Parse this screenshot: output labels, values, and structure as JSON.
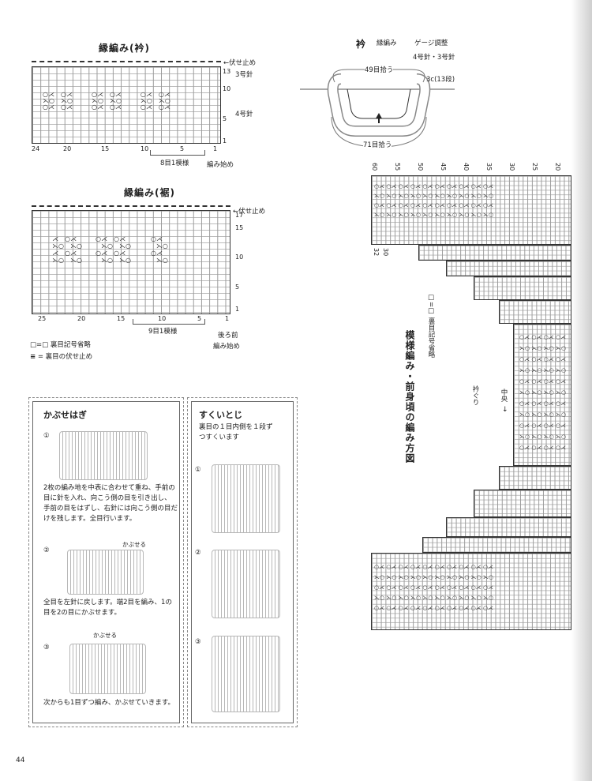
{
  "collar_chart": {
    "title": "縁編み(衿)",
    "bind_off": "←伏せ止め",
    "needle_top": "3号針",
    "needle_mid": "4号針",
    "rows": [
      "13",
      "10",
      "5",
      "1"
    ],
    "cols": [
      "24",
      "20",
      "15",
      "10",
      "5",
      "1"
    ],
    "repeat": "8目1模様",
    "start": "編み始め"
  },
  "hem_chart": {
    "title": "縁編み(裾)",
    "bind_off": "←伏せ止め",
    "rows": [
      "17",
      "15",
      "10",
      "5",
      "1"
    ],
    "cols": [
      "25",
      "20",
      "15",
      "10",
      "5",
      "1"
    ],
    "repeat": "9目1模様",
    "start_line1": "後ろ前",
    "start_line2": "編み始め"
  },
  "legend": {
    "item1": "□=□ 裏目記号省略",
    "item2": "= 裏目の伏せ止め"
  },
  "neck_diagram": {
    "title": "衿",
    "subtitle": "縁編み",
    "gauge": "ゲージ調整",
    "needles": "4号針・3号針",
    "pick_top": "49目拾う",
    "side": "3c(13段)",
    "pick_bottom": "71目拾う"
  },
  "front_chart": {
    "title": "模様編み・前身頃の編み方図",
    "legend": "□=□ 裏目記号省略",
    "center": "中央",
    "neckline": "衿ぐり",
    "col_nums": [
      "60",
      "55",
      "50",
      "45",
      "40",
      "35",
      "30",
      "25",
      "20"
    ],
    "side_nums": [
      "32",
      "30"
    ]
  },
  "kabuse": {
    "title": "かぶせはぎ",
    "step1": "2枚の編み地を中表に合わせて重ね、手前の目に針を入れ、向こう側の目を引き出し、手前の目をはずし、右針には向こう側の目だけを残します。全目行います。",
    "step2_label": "かぶせる",
    "step2": "全目を左針に戻します。端2目を編み、1の目を2の目にかぶせます。",
    "step3_label": "かぶせる",
    "step3": "次からも1目ずつ編み、かぶせていきます。"
  },
  "sukui": {
    "title": "すくいとじ",
    "desc": "裏目の１目内側を１段ずつすくいます"
  },
  "steps": [
    "①",
    "②",
    "③"
  ],
  "page_number": "44"
}
